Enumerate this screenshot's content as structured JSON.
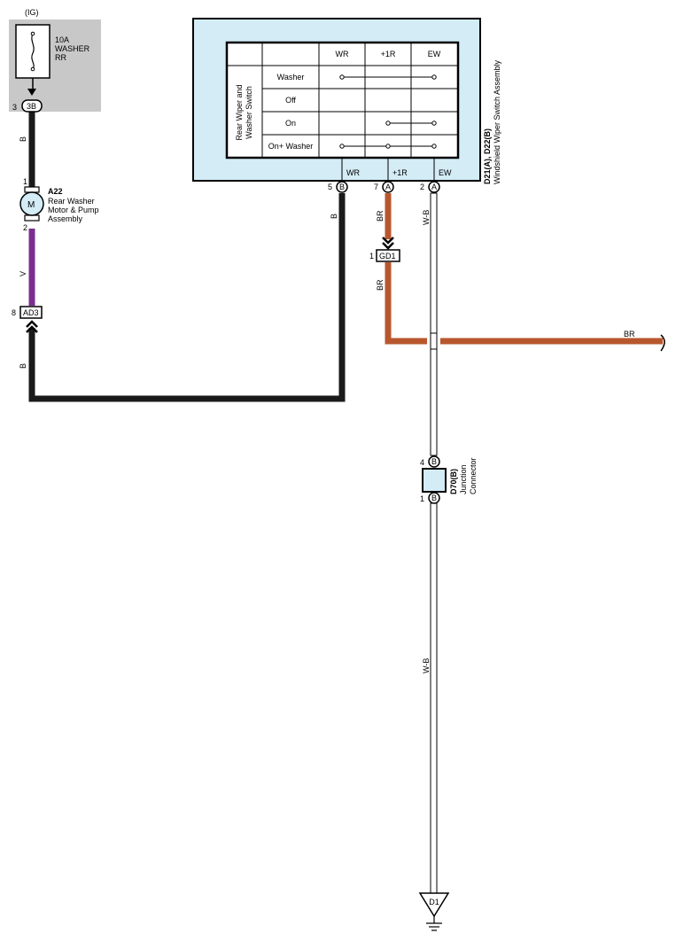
{
  "colors": {
    "wire_b": "#1a1a1a",
    "wire_v": "#7a2e8e",
    "wire_br": "#b8572e",
    "wire_wb": "#ffffff",
    "switch_fill": "#d3ecf6",
    "motor_fill": "#d3ecf6",
    "junction_fill": "#d3ecf6",
    "fuse_box_fill": "#c8c8c8"
  },
  "fuse": {
    "supply": "(IG)",
    "rating": "10A",
    "name_line1": "WASHER",
    "name_line2": "RR",
    "pin": "3",
    "connector": "3B"
  },
  "motor": {
    "id": "A22",
    "name_line1": "Rear Washer",
    "name_line2": "Motor & Pump",
    "name_line3": "Assembly",
    "symbol": "M",
    "pin_top": "1",
    "pin_bottom": "2"
  },
  "connector_ad3": {
    "pin": "8",
    "label": "AD3"
  },
  "connector_gd1": {
    "pin": "1",
    "label": "GD1"
  },
  "switch_assembly": {
    "id_line": "D21(A), D22(B)",
    "name": "Windshield Wiper Switch Assembly",
    "table": {
      "row_title_line1": "Rear Wiper and",
      "row_title_line2": "Washer Switch",
      "columns": [
        "WR",
        "+1R",
        "EW"
      ],
      "rows": [
        {
          "label": "Washer",
          "connected": [
            "WR",
            "EW"
          ]
        },
        {
          "label": "Off",
          "connected": []
        },
        {
          "label": "On",
          "connected": [
            "+1R",
            "EW"
          ]
        },
        {
          "label": "On+ Washer",
          "connected": [
            "WR",
            "+1R",
            "EW"
          ]
        }
      ]
    },
    "terminals": [
      {
        "label": "WR",
        "pin": "5",
        "connector": "B"
      },
      {
        "label": "+1R",
        "pin": "7",
        "connector": "A"
      },
      {
        "label": "EW",
        "pin": "2",
        "connector": "A"
      }
    ]
  },
  "junction": {
    "id": "D70(B)",
    "name_line1": "Junction",
    "name_line2": "Connector",
    "pin_top": "4",
    "pin_bottom": "1",
    "connector": "B"
  },
  "ground": {
    "label": "D1"
  },
  "wire_labels": {
    "fuse_to_motor": "B",
    "motor_to_ad3": "V",
    "ad3_return": "B",
    "wr_return": "B",
    "plus1r_upper": "BR",
    "plus1r_lower": "BR",
    "branch_right": "BR",
    "ew_upper": "W-B",
    "ew_lower": "W-B"
  }
}
